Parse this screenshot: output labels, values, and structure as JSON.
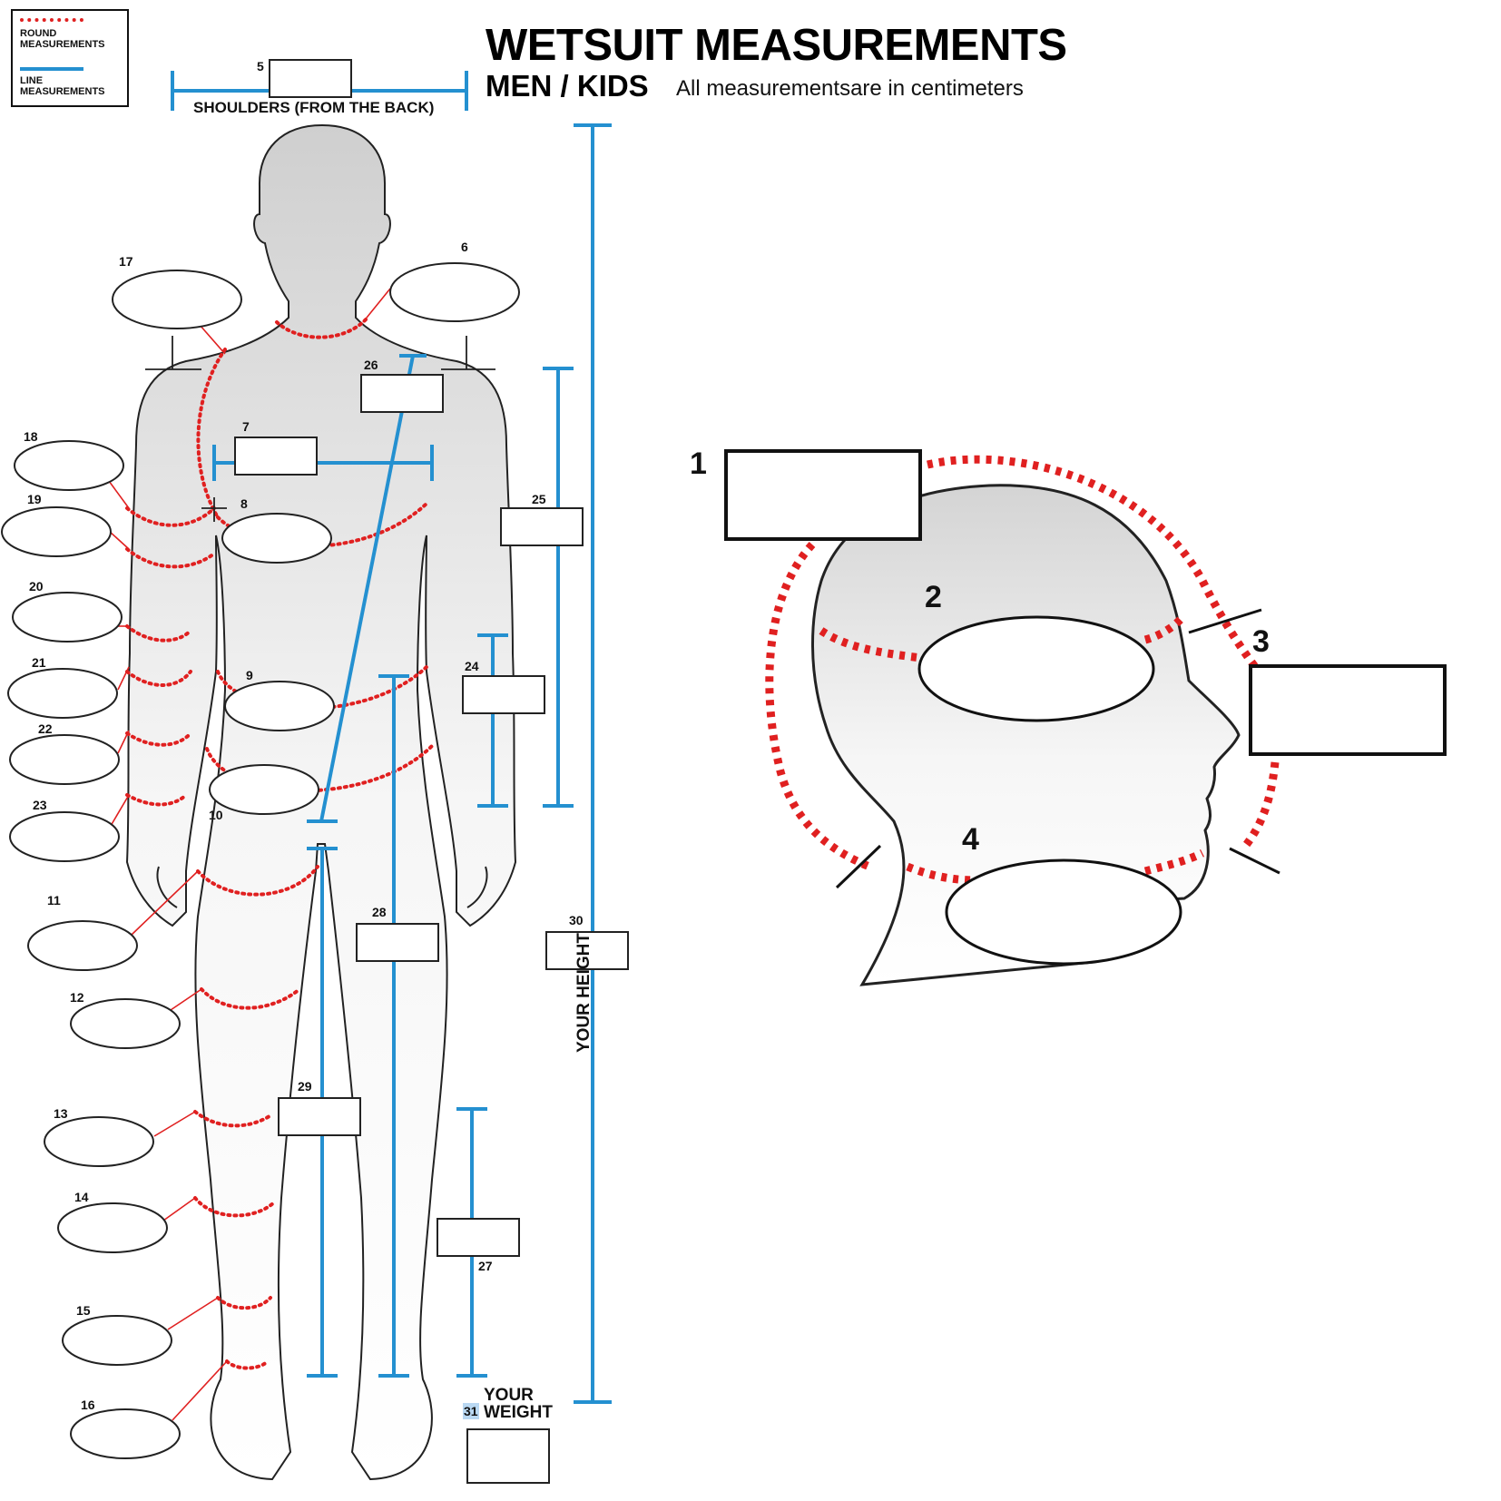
{
  "legend": {
    "round_label": "ROUND MEASUREMENTS",
    "line_label": "LINE MEASUREMENTS",
    "round_color": "#e02020",
    "line_color": "#2490d0"
  },
  "header": {
    "title": "WETSUIT MEASUREMENTS",
    "subtitle": "MEN / KIDS",
    "note": "All measurementsare in centimeters"
  },
  "labels": {
    "shoulders": "SHOULDERS (FROM THE BACK)",
    "height": "YOUR HEIGHT",
    "weight": "YOUR WEIGHT"
  },
  "body_fields": {
    "n5": "5",
    "n6": "6",
    "n7": "7",
    "n8": "8",
    "n9": "9",
    "n10": "10",
    "n11": "11",
    "n12": "12",
    "n13": "13",
    "n14": "14",
    "n15": "15",
    "n16": "16",
    "n17": "17",
    "n18": "18",
    "n19": "19",
    "n20": "20",
    "n21": "21",
    "n22": "22",
    "n23": "23",
    "n24": "24",
    "n25": "25",
    "n26": "26",
    "n27": "27",
    "n28": "28",
    "n29": "29",
    "n30": "30",
    "n31": "31"
  },
  "head_fields": {
    "n1": "1",
    "n2": "2",
    "n3": "3",
    "n4": "4"
  }
}
